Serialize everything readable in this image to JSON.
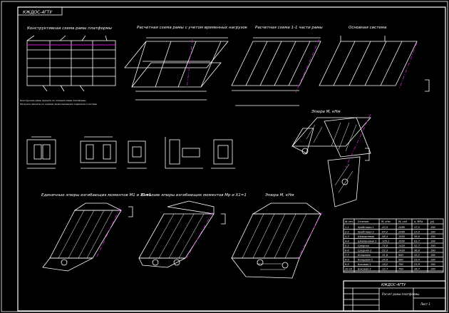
{
  "drawing": {
    "stamp": "КЖДОС-4ГТУ",
    "titles": {
      "scheme": "Конструктивная схема рамы платформы",
      "calc_scheme": "Расчетная схема рамы с учетом временных нагрузок",
      "calc_scheme_2": "Расчетная схема 1-1 части рамы",
      "basic_system": "Основная система",
      "moment_diagram_1": "Эпюра M, кНм",
      "unit_diagrams": "Единичные эпюры изгибающих моментов M1 и X1=1",
      "load_diagrams": "Внешние эпюры изгибающих моментов Mp и X1=1",
      "moment_diagram_2": "Эпюра M, кНм",
      "table_title": "Напряжения в раме от расчетных нагрузок"
    },
    "notes": [
      "Конструкция рамы принята по типовой схеме платформы",
      "Нагрузки приняты по нормам проектирования подвижного состава"
    ],
    "table": {
      "headers": [
        "№ сеч.",
        "Сечение",
        "M, кНм",
        "W, см3",
        "σ, МПа",
        "[σ]"
      ],
      "rows": [
        [
          "1-1",
          "Хребтовая 1",
          "-43,5",
          "2490",
          "17,5",
          "190"
        ],
        [
          "2-2",
          "Хребтовая 2",
          "-67,2",
          "2490",
          "27,0",
          "190"
        ],
        [
          "3-3",
          "Шкворневая",
          "-98,4",
          "1650",
          "59,6",
          "190"
        ],
        [
          "4-4",
          "Шкворневая 2",
          "-105,1",
          "1650",
          "63,7",
          "190"
        ],
        [
          "5-5",
          "Средняя",
          "-74,8",
          "1420",
          "52,7",
          "190"
        ],
        [
          "6-6",
          "Средняя 2",
          "-52,3",
          "1420",
          "36,8",
          "190"
        ],
        [
          "7-7",
          "Концевая",
          "-31,6",
          "980",
          "32,2",
          "190"
        ],
        [
          "8-8",
          "Концевая 2",
          "-24,9",
          "980",
          "25,4",
          "190"
        ],
        [
          "9-9",
          "Боковая 1",
          "-18,2",
          "760",
          "23,9",
          "190"
        ],
        [
          "10-10",
          "Боковая 2",
          "-12,7",
          "760",
          "16,7",
          "190"
        ]
      ]
    },
    "title_block": {
      "code": "КЖДОС-4ГТУ",
      "doc_title": "Расчет рамы платформы",
      "sheet": "Лист 1"
    },
    "colors": {
      "background": "#000000",
      "lines": "#ffffff",
      "axis": "#d01ad0"
    }
  }
}
